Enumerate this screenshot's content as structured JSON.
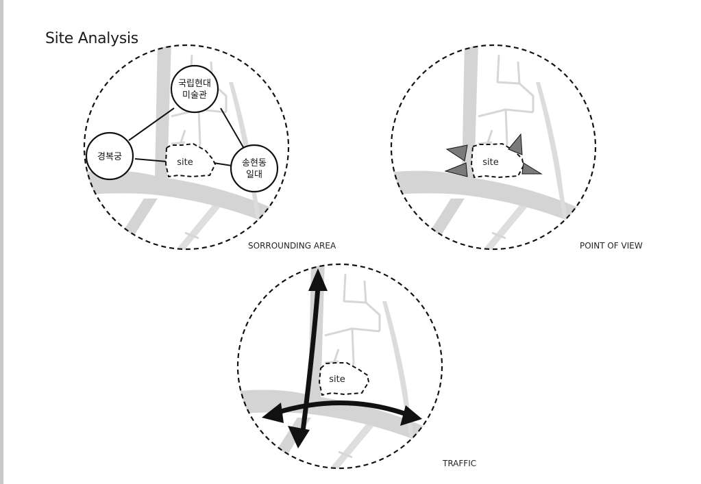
{
  "title": "Site Analysis",
  "panels": {
    "surrounding": {
      "caption": "SORROUNDING AREA",
      "site_label": "site",
      "nodes": {
        "mmca": {
          "line1": "국립현대",
          "line2": "미술관"
        },
        "palace": {
          "line1": "경복궁"
        },
        "songhyeon": {
          "line1": "송현동",
          "line2": "일대"
        }
      }
    },
    "view": {
      "caption": "POINT OF VIEW",
      "site_label": "site"
    },
    "traffic": {
      "caption": "TRAFFIC",
      "site_label": "site"
    }
  },
  "colors": {
    "road": "#d4d4d4",
    "ink": "#111111",
    "view_marker": "#7a7a7a"
  },
  "icons": [
    "view-triangle-icon",
    "traffic-arrow-icon"
  ]
}
